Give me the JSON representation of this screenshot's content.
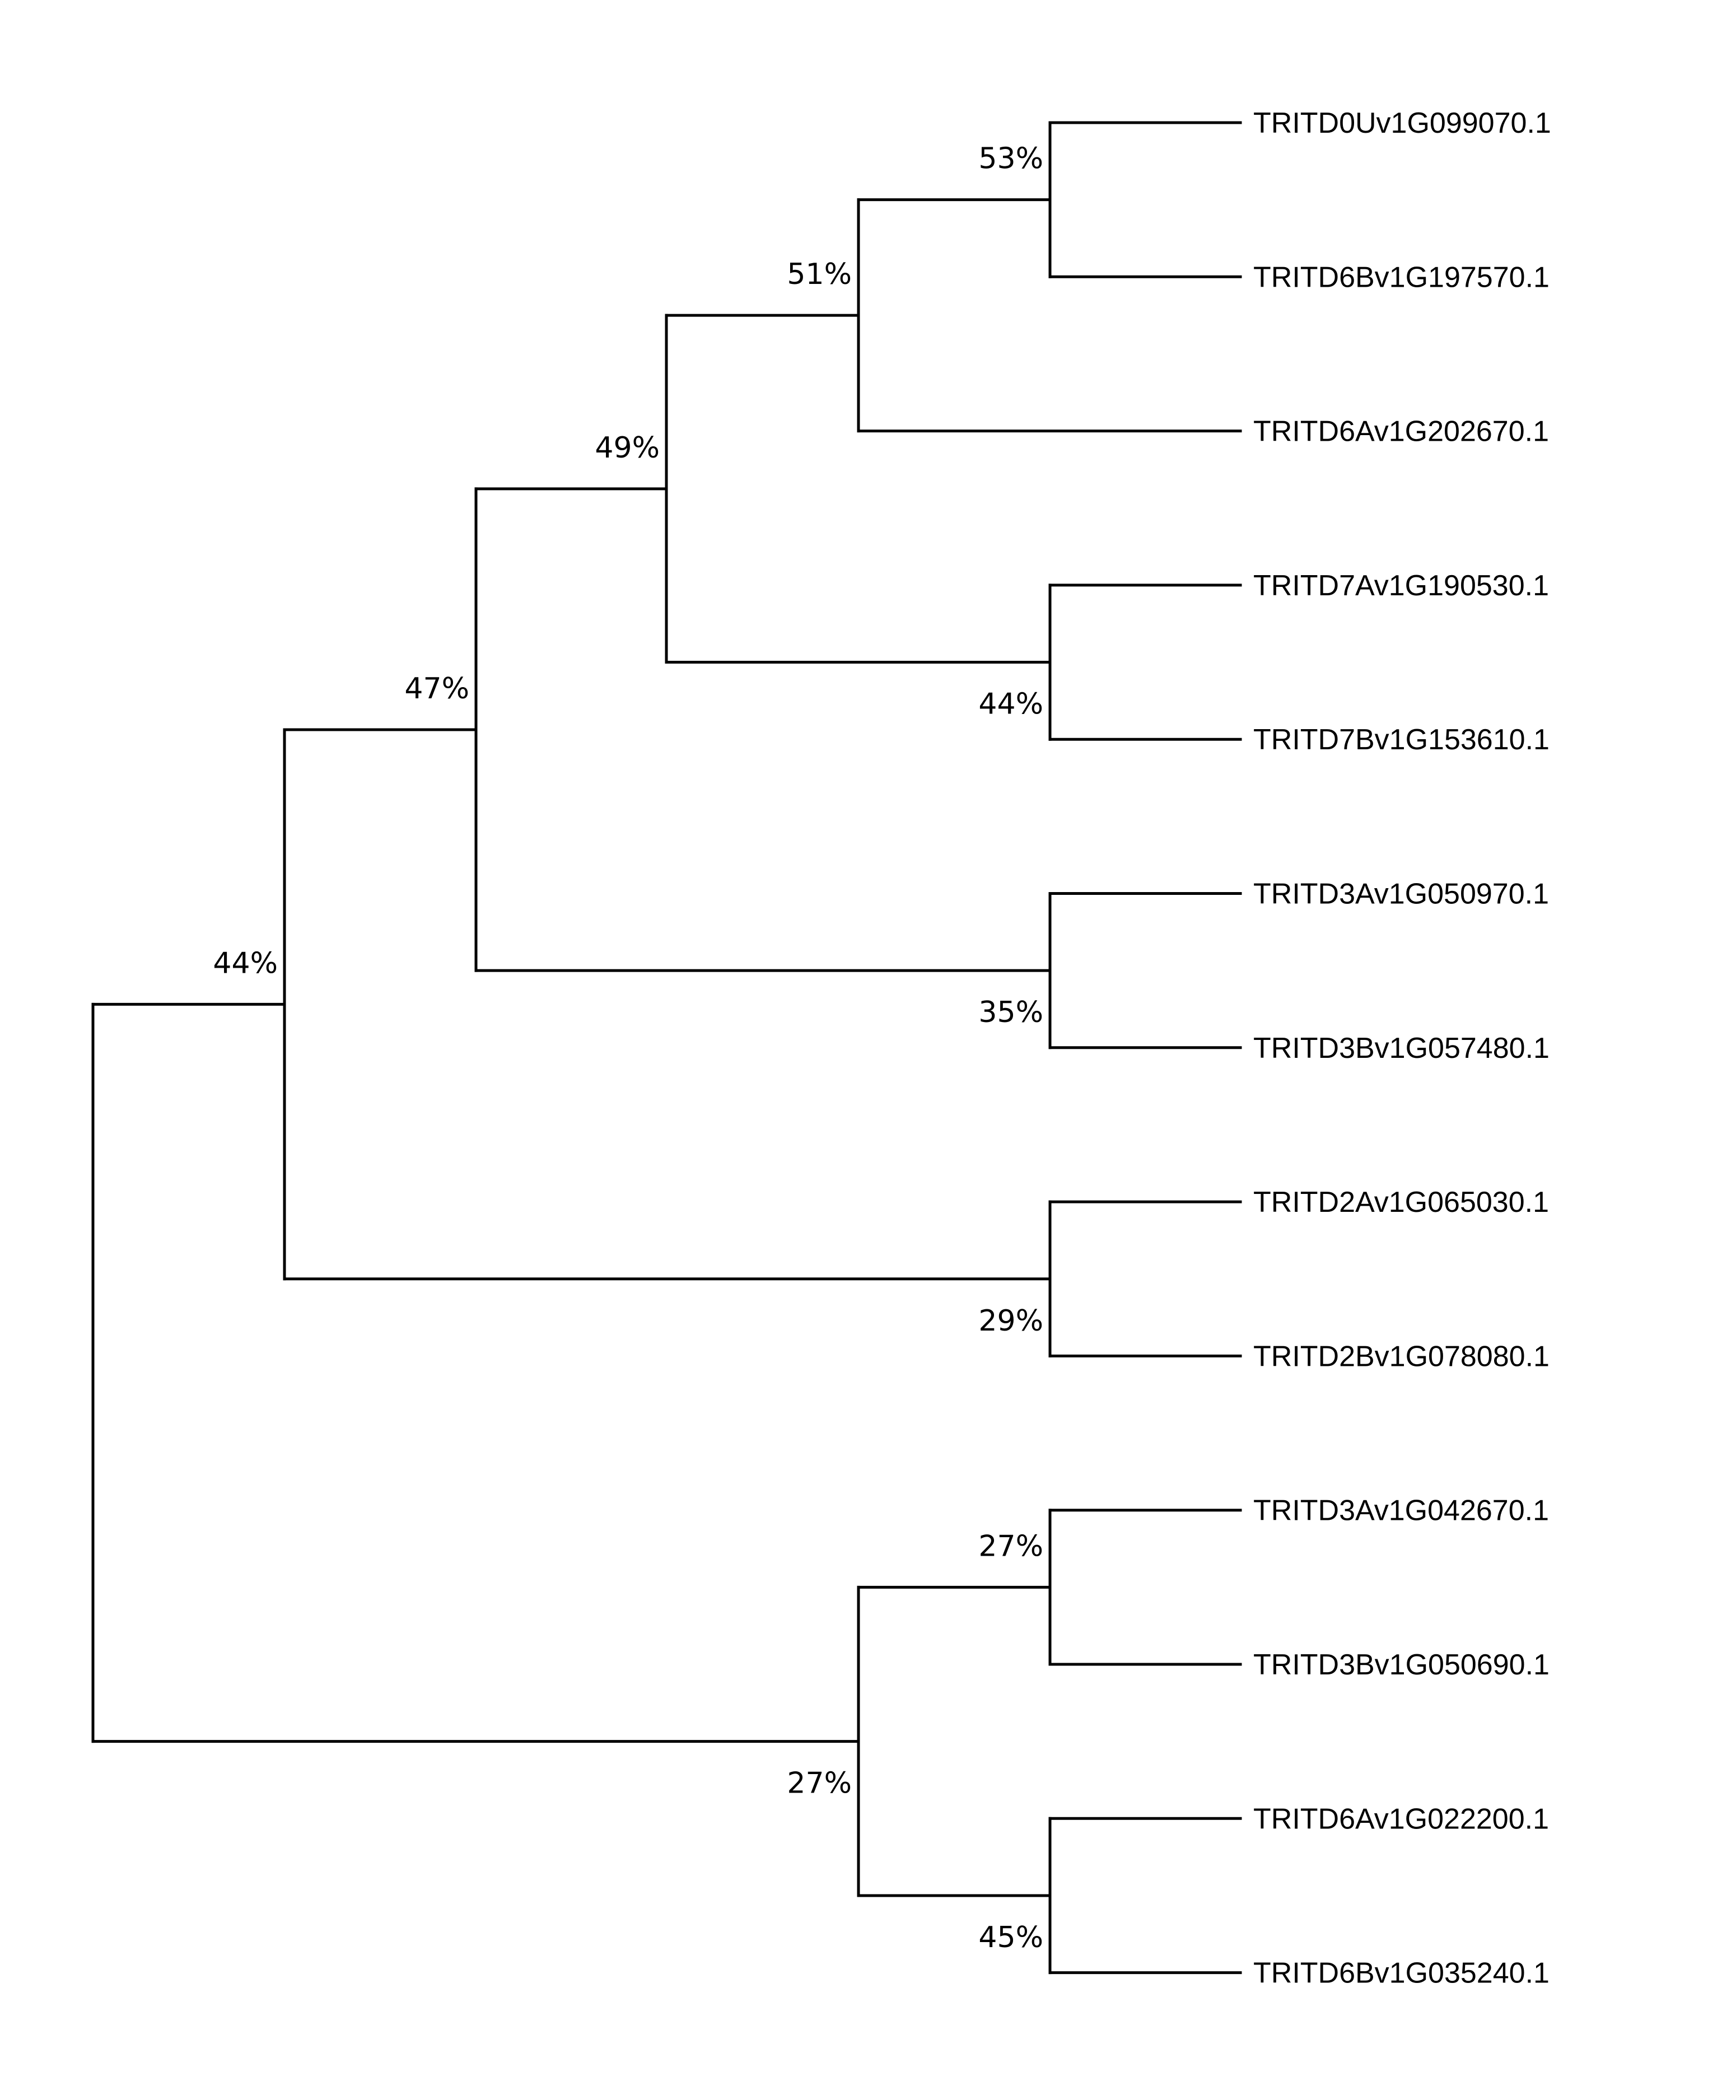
{
  "tree": {
    "leaves": [
      {
        "id": "L1",
        "label": "TRITD0Uv1G099070.1"
      },
      {
        "id": "L2",
        "label": "TRITD6Bv1G197570.1"
      },
      {
        "id": "L3",
        "label": "TRITD6Av1G202670.1"
      },
      {
        "id": "L4",
        "label": "TRITD7Av1G190530.1"
      },
      {
        "id": "L5",
        "label": "TRITD7Bv1G153610.1"
      },
      {
        "id": "L6",
        "label": "TRITD3Av1G050970.1"
      },
      {
        "id": "L7",
        "label": "TRITD3Bv1G057480.1"
      },
      {
        "id": "L8",
        "label": "TRITD2Av1G065030.1"
      },
      {
        "id": "L9",
        "label": "TRITD2Bv1G078080.1"
      },
      {
        "id": "L10",
        "label": "TRITD3Av1G042670.1"
      },
      {
        "id": "L11",
        "label": "TRITD3Bv1G050690.1"
      },
      {
        "id": "L12",
        "label": "TRITD6Av1G022200.1"
      },
      {
        "id": "L13",
        "label": "TRITD6Bv1G035240.1"
      }
    ],
    "nodes": [
      {
        "id": "N1",
        "children": [
          "L1",
          "L2"
        ],
        "support": "53%"
      },
      {
        "id": "N2",
        "children": [
          "N1",
          "L3"
        ],
        "support": "51%"
      },
      {
        "id": "N3",
        "children": [
          "L4",
          "L5"
        ],
        "support": "44%"
      },
      {
        "id": "N4",
        "children": [
          "N2",
          "N3"
        ],
        "support": "49%"
      },
      {
        "id": "N5",
        "children": [
          "L6",
          "L7"
        ],
        "support": "35%"
      },
      {
        "id": "N6",
        "children": [
          "N4",
          "N5"
        ],
        "support": "47%"
      },
      {
        "id": "N7",
        "children": [
          "L8",
          "L9"
        ],
        "support": "29%"
      },
      {
        "id": "N8",
        "children": [
          "N6",
          "N7"
        ],
        "support": "44%"
      },
      {
        "id": "N9",
        "children": [
          "L10",
          "L11"
        ],
        "support": "27%"
      },
      {
        "id": "N10",
        "children": [
          "L12",
          "L13"
        ],
        "support": "45%"
      },
      {
        "id": "N11",
        "children": [
          "N9",
          "N10"
        ],
        "support": "27%"
      },
      {
        "id": "ROOT",
        "children": [
          "N8",
          "N11"
        ],
        "support": ""
      }
    ]
  }
}
